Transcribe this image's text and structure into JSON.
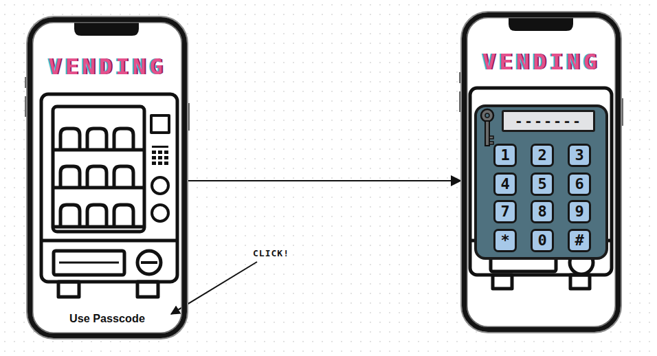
{
  "diagram": {
    "nodes": [
      {
        "text": [
          "VENDING",
          "Use Passcode"
        ]
      },
      {
        "text": [
          "VENDING"
        ]
      },
      {
        "text": [
          "-------"
        ],
        "in": 1
      },
      {
        "text": [
          "1"
        ],
        "in": 2
      },
      {
        "text": [
          "2"
        ],
        "in": 2
      },
      {
        "text": [
          "3"
        ],
        "in": 2
      },
      {
        "text": [
          "4"
        ],
        "in": 2
      },
      {
        "text": [
          "5"
        ],
        "in": 2
      },
      {
        "text": [
          "6"
        ],
        "in": 2
      },
      {
        "text": [
          "7"
        ],
        "in": 2
      },
      {
        "text": [
          "8"
        ],
        "in": 2
      },
      {
        "text": [
          "9"
        ],
        "in": 2
      },
      {
        "text": [
          "*"
        ],
        "in": 2
      },
      {
        "text": [
          "0"
        ],
        "in": 2
      },
      {
        "text": [
          "#"
        ],
        "in": 2
      }
    ],
    "edges": [
      {
        "from": 0,
        "to": 1,
        "arrow": "to"
      }
    ],
    "labels": [
      "CLICK!"
    ]
  }
}
